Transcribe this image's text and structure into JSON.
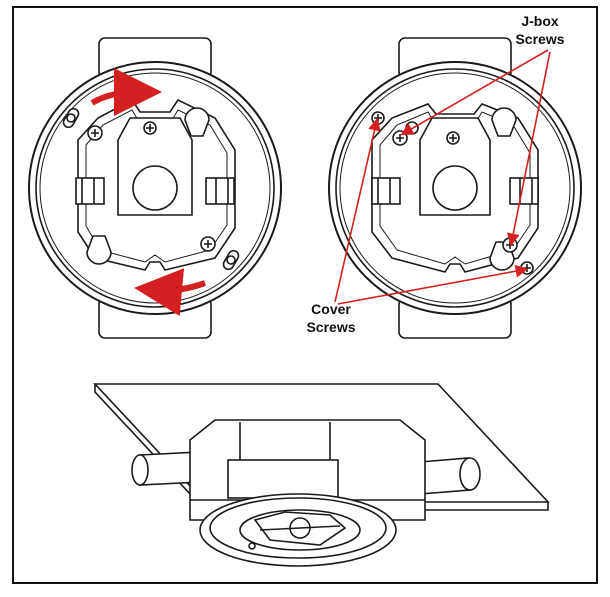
{
  "labels": {
    "jbox_line1": "J-box",
    "jbox_line2": "Screws",
    "cover_line1": "Cover",
    "cover_line2": "Screws"
  },
  "colors": {
    "arrow_red": "#d42020",
    "line": "#1a1a1a",
    "background": "#ffffff"
  },
  "panels": [
    "left-plate-rotation-view",
    "right-plate-screws-view",
    "bottom-isometric-view"
  ]
}
